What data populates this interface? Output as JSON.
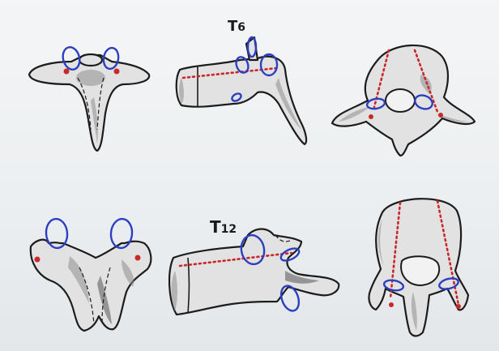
{
  "labels": {
    "t6_main": "T",
    "t6_sub": "6",
    "t12_main": "T",
    "t12_sub": "12"
  },
  "colors": {
    "facet_outline": "#2b3fbf",
    "dotted_line": "#c8282a",
    "bone_fill": "#e2e2e2",
    "bone_outline": "#1c1c1c"
  }
}
